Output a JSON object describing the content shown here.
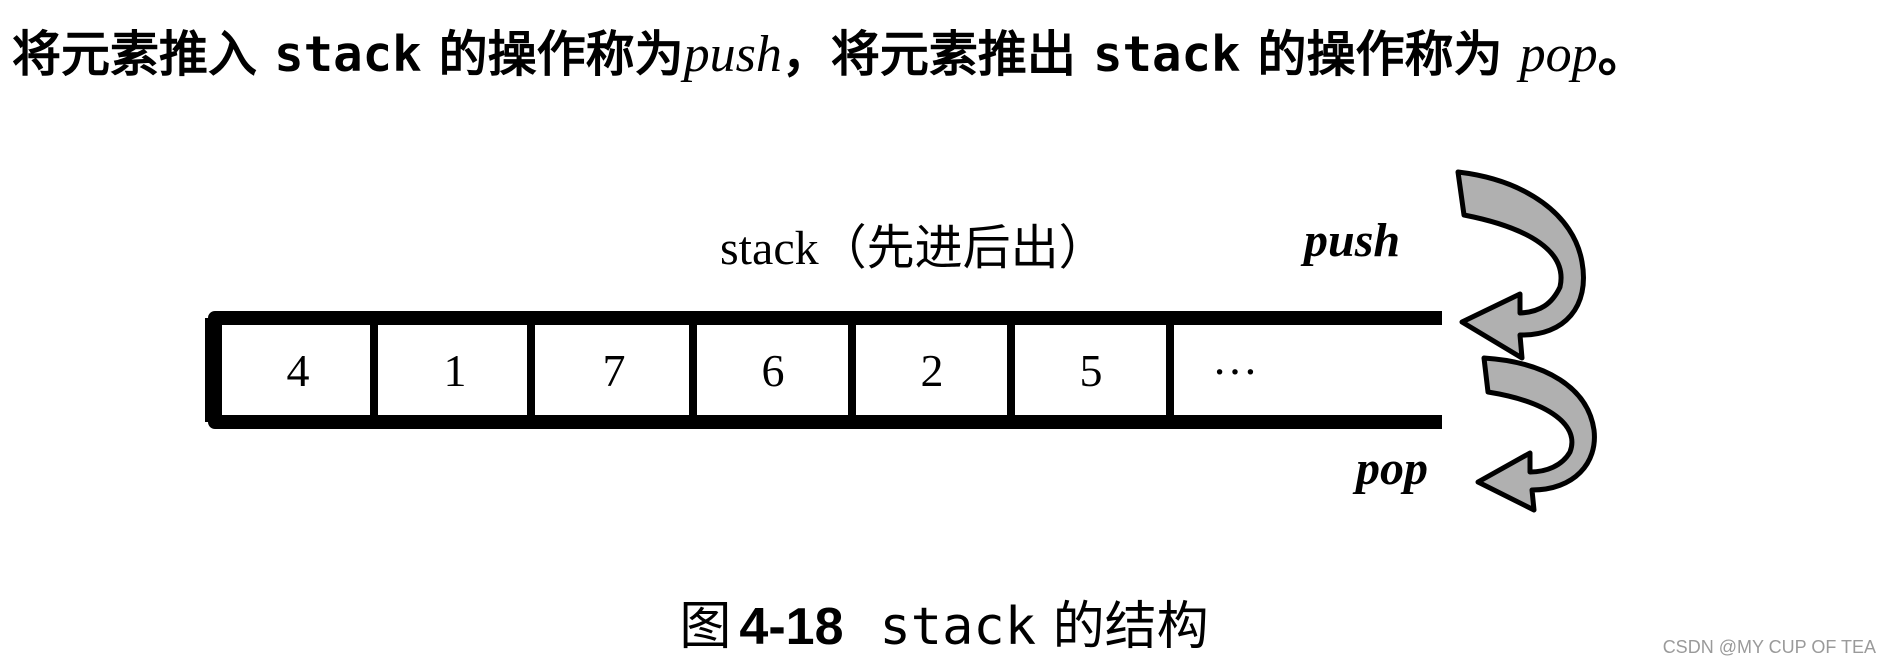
{
  "intro": {
    "part1": "将元素推入 ",
    "code1": "stack",
    "part2": " 的操作称为",
    "op1": "push",
    "part3": "，将元素推出 ",
    "code2": "stack",
    "part4": " 的操作称为 ",
    "op2": "pop",
    "part5": "。"
  },
  "diagram": {
    "stack_label": "stack（先进后出）",
    "cells": [
      "4",
      "1",
      "7",
      "6",
      "2",
      "5",
      "…"
    ],
    "push_label": "push",
    "pop_label": "pop"
  },
  "caption": {
    "prefix": "图",
    "number": "4-18",
    "code": "stack",
    "rest": " 的结构"
  },
  "watermark": "CSDN @MY CUP OF TEA",
  "colors": {
    "ink": "#000000",
    "arrow_fill": "#b0b0b0",
    "watermark": "#9a9a9a"
  }
}
